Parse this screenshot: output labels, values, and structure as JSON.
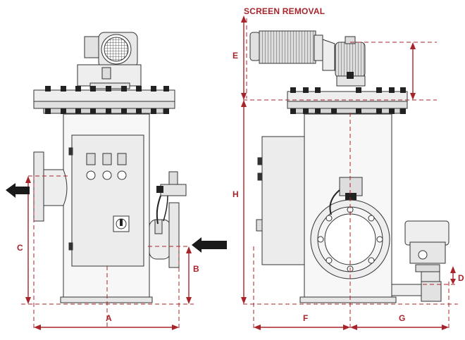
{
  "title": "SCREEN REMOVAL",
  "dimensions": {
    "A": "A",
    "B": "B",
    "C": "C",
    "D": "D",
    "E": "E",
    "F": "F",
    "G": "G",
    "H": "H"
  },
  "colors": {
    "dimension": "#a8242b",
    "outline": "#333333",
    "body_fill": "#f5f5f5",
    "panel_fill": "#ececec",
    "dark": "#1a1a1a"
  },
  "icons": {
    "inlet": "arrow-left-icon",
    "outlet": "arrow-left-icon"
  }
}
